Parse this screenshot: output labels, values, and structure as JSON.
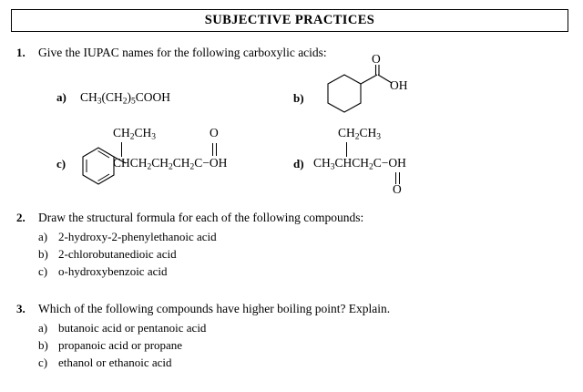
{
  "header": {
    "title": "SUBJECTIVE PRACTICES"
  },
  "questions": [
    {
      "number": "1.",
      "text": "Give the IUPAC names for the following carboxylic acids:",
      "items": [
        {
          "label": "a)",
          "formula_parts": {
            "ch3": "CH",
            "sub3": "3",
            "paren_open": "(CH",
            "sub2": "2",
            "paren_close": ")",
            "sub5": "5",
            "cooh": "COOH"
          },
          "plain": "CH3(CH2)5COOH"
        },
        {
          "label": "b)",
          "plain": "cyclohexanecarboxylic acid structure",
          "oh": "OH",
          "o_double": "O"
        },
        {
          "label": "c)",
          "plain": "phenyl CHCH2CH2CH2C(=O)-OH structure",
          "branch": "CH2CH3",
          "chain": "CHCH2CH2CH2C",
          "oh": "−OH",
          "o_double": "O"
        },
        {
          "label": "d)",
          "plain": "CH3CHCH2C(=O)-OH with ethyl branch",
          "branch": "CH2CH3",
          "chain": "CH3CHCH2C",
          "oh": "−OH",
          "o_double": "O"
        }
      ]
    },
    {
      "number": "2.",
      "text": "Draw the structural formula for each of the following compounds:",
      "items": [
        {
          "label": "a)",
          "text": "2-hydroxy-2-phenylethanoic acid"
        },
        {
          "label": "b)",
          "text": "2-chlorobutanedioic acid"
        },
        {
          "label": "c)",
          "text": "o-hydroxybenzoic acid"
        }
      ]
    },
    {
      "number": "3.",
      "text": "Which of the following compounds have higher boiling point? Explain.",
      "items": [
        {
          "label": "a)",
          "text": "butanoic acid or pentanoic acid"
        },
        {
          "label": "b)",
          "text": "propanoic acid or propane"
        },
        {
          "label": "c)",
          "text": "ethanol or ethanoic acid"
        }
      ]
    }
  ],
  "chem_labels": {
    "ch2ch3": "CH2CH3",
    "oh": "OH",
    "o": "O",
    "dash_oh": "−OH"
  }
}
